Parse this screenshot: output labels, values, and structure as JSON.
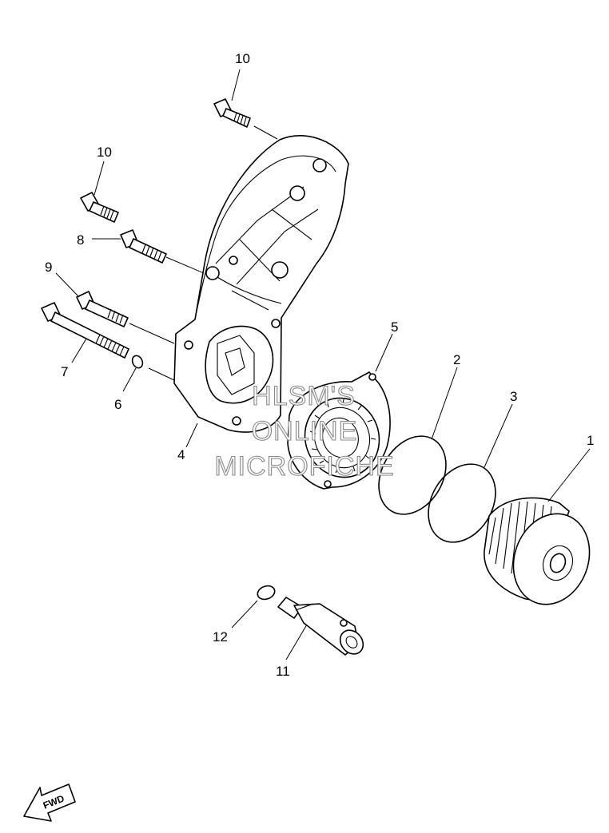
{
  "callouts": [
    "10",
    "10",
    "8",
    "9",
    "7",
    "6",
    "4",
    "5",
    "2",
    "3",
    "1",
    "12",
    "11"
  ],
  "watermark": {
    "line1": "HLSM'S",
    "line2": "ONLINE",
    "line3": "MICROFICHE"
  },
  "fwd_label": "FWD"
}
